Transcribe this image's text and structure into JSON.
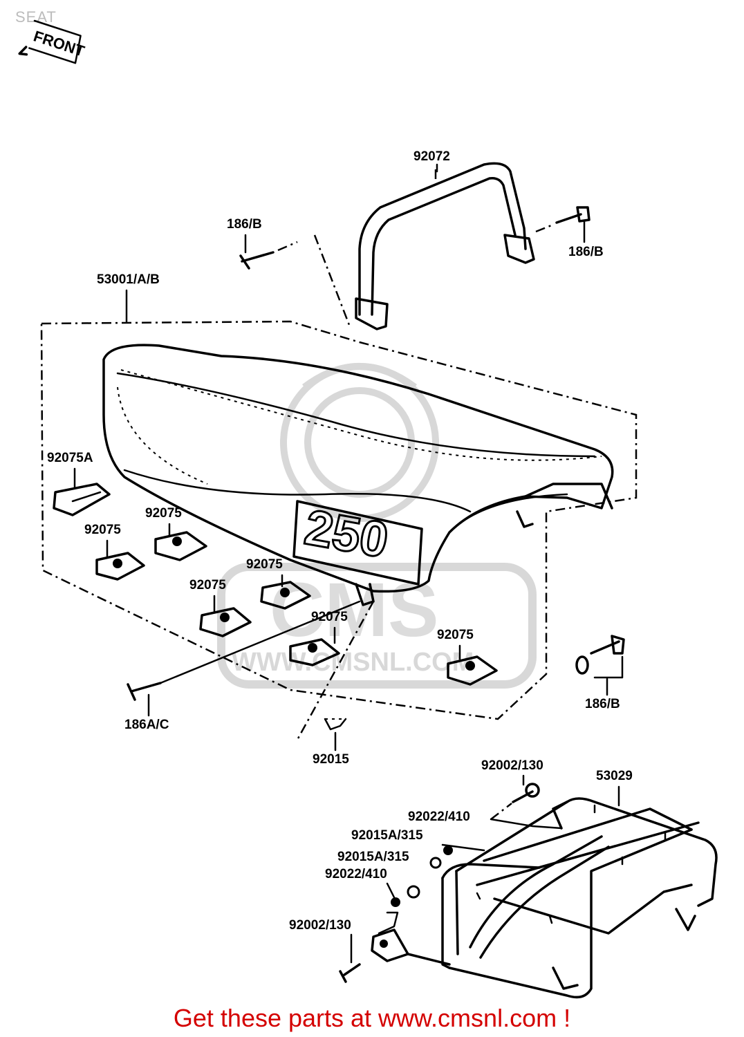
{
  "page": {
    "title": "SEAT",
    "front_marker": "FRONT",
    "seat_badge": "250",
    "watermark_text": "CMS",
    "watermark_url": "WWW.CMSNL.COM",
    "footer": "Get these parts at www.cmsnl.com !"
  },
  "colors": {
    "footer": "#d40000",
    "ink": "#000000",
    "watermark": "#d8d8d8",
    "title": "#bcbcbc"
  },
  "parts": {
    "grab_bar": "92072",
    "bolt_top_left": "186/B",
    "bolt_top_right": "186/B",
    "seat": "53001/A/B",
    "damper_a": "92075A",
    "damper_1": "92075",
    "damper_2": "92075",
    "damper_3": "92075",
    "damper_4": "92075",
    "damper_5": "92075",
    "damper_6": "92075",
    "bolt_front": "186A/C",
    "bolt_rear": "186/B",
    "clip": "92015",
    "rack": "53029",
    "rack_bolt_top": "92002/130",
    "rack_washer_top": "92022/410",
    "rack_nut_a": "92015A/315",
    "rack_nut_b": "92015A/315",
    "rack_washer_bottom": "92022/410",
    "rack_bolt_bottom": "92002/130"
  }
}
